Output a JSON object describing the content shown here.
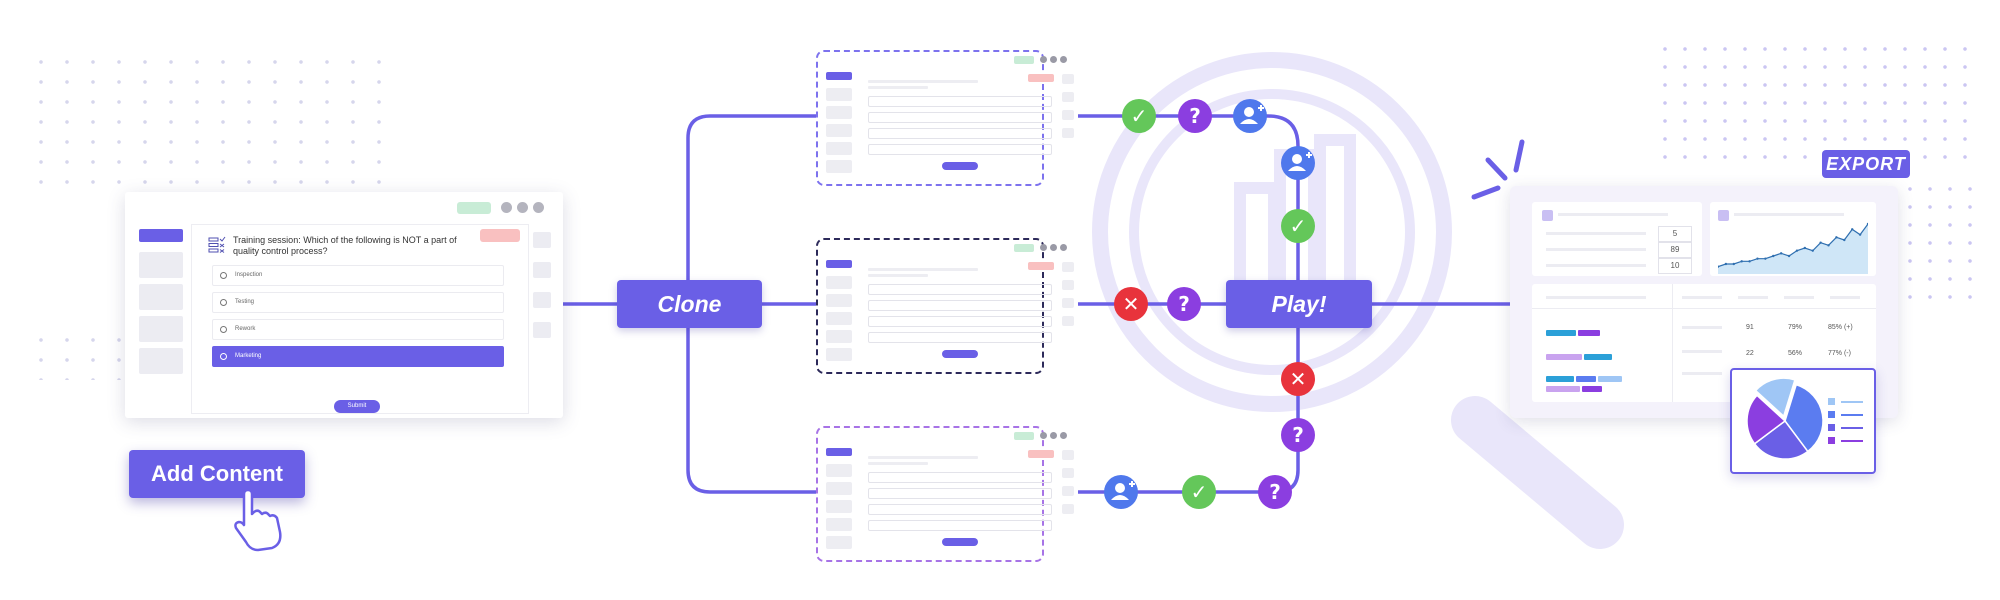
{
  "quiz": {
    "question": "Training session: Which of the following is NOT a part of quality control process?",
    "options": [
      {
        "label": "Inspection",
        "icon": "magnifier-icon"
      },
      {
        "label": "Testing",
        "icon": "flask-icon"
      },
      {
        "label": "Rework",
        "icon": "wrench-icon"
      },
      {
        "label": "Marketing",
        "icon": "megaphone-icon",
        "selected": true
      }
    ],
    "submit_label": "Submit"
  },
  "add_content_label": "Add Content",
  "clone_label": "Clone",
  "play_label": "Play!",
  "export_label": "EXPORT",
  "dashboard": {
    "summary_values": [
      "5",
      "89",
      "10"
    ],
    "table_rows": [
      [
        "91",
        "79%",
        "85% (+)"
      ],
      [
        "22",
        "56%",
        "77% (-)"
      ]
    ],
    "line_chart_trend": [
      2,
      3,
      3,
      4,
      4,
      5,
      5,
      6,
      7,
      6,
      8,
      9,
      8,
      11,
      10,
      13,
      12,
      16,
      14,
      18
    ]
  },
  "pie_slices": [
    {
      "value": 35,
      "color": "#5b7cf0"
    },
    {
      "value": 25,
      "color": "#6a5fe6"
    },
    {
      "value": 22,
      "color": "#8b3ee0"
    },
    {
      "value": 18,
      "color": "#9fc6f5"
    }
  ],
  "colors": {
    "accent": "#6a5fe6",
    "check": "#64c75a",
    "question": "#8b3ee0",
    "cross": "#e8333c",
    "user": "#4f78ec",
    "magnifier": "#e9e6fa"
  }
}
